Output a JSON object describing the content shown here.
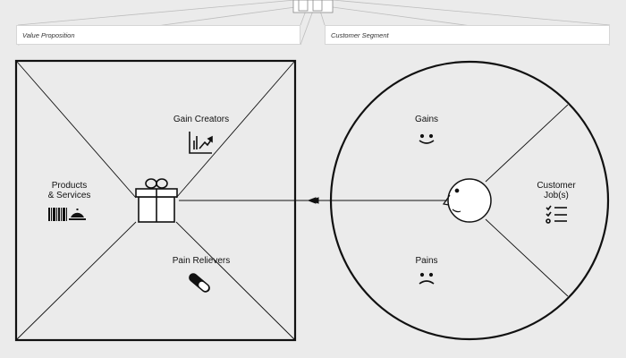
{
  "header": {
    "value_proposition_label": "Value Proposition",
    "customer_segment_label": "Customer Segment"
  },
  "value_map": {
    "gain_creators": "Gain Creators",
    "products_services_line1": "Products",
    "products_services_line2": "& Services",
    "pain_relievers": "Pain Relievers"
  },
  "customer_profile": {
    "gains": "Gains",
    "customer_jobs_line1": "Customer",
    "customer_jobs_line2": "Job(s)",
    "pains": "Pains"
  },
  "icons": {
    "gain_creators": "chart-up-icon",
    "products_services": "barcode-cloche-icon",
    "center_value": "gift-icon",
    "pain_relievers": "pill-icon",
    "gains": "smile-icon",
    "pains": "frown-icon",
    "customer_jobs": "checklist-icon",
    "customer": "face-icon"
  },
  "colors": {
    "background": "#ebebeb",
    "line": "#111111"
  }
}
